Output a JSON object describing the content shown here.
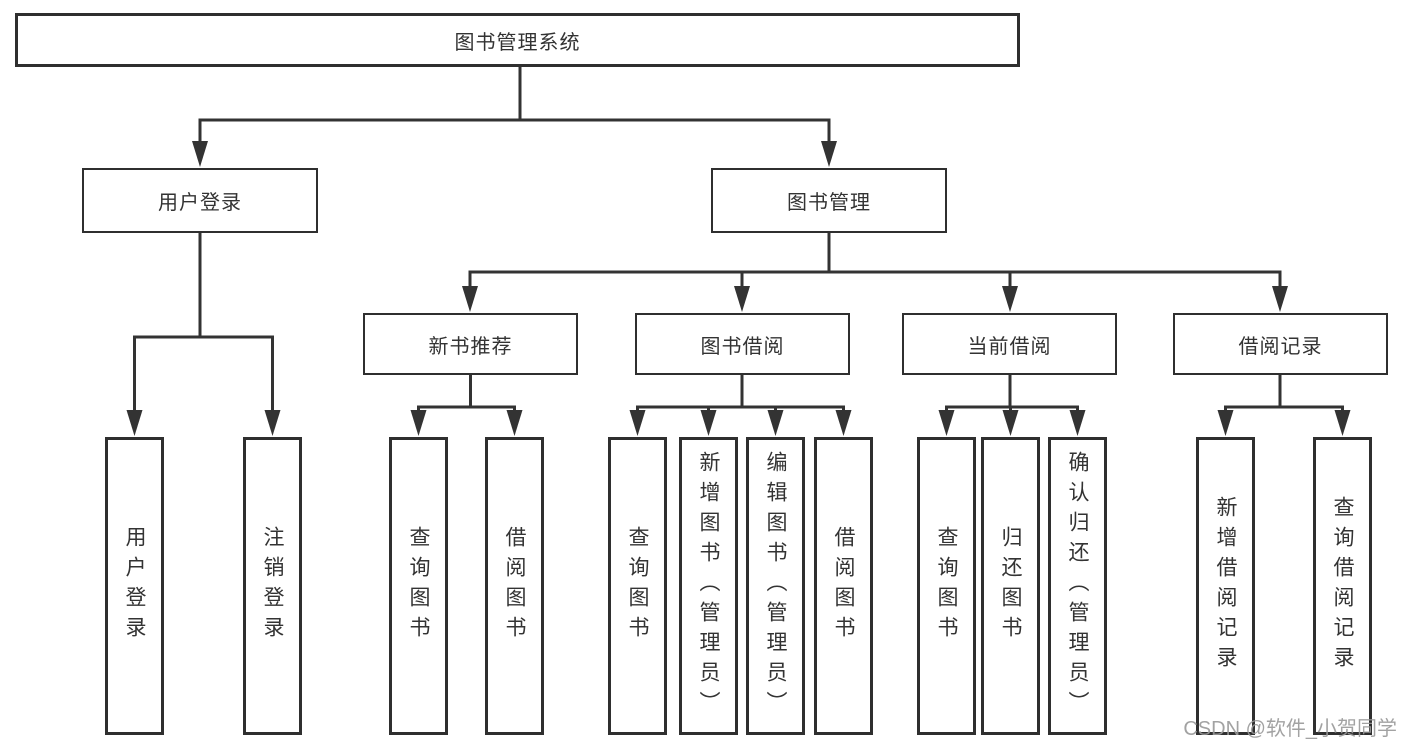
{
  "diagram": {
    "root": {
      "label": "图书管理系统"
    },
    "level2": [
      {
        "label": "用户登录"
      },
      {
        "label": "图书管理"
      }
    ],
    "level3": [
      {
        "label": "新书推荐"
      },
      {
        "label": "图书借阅"
      },
      {
        "label": "当前借阅"
      },
      {
        "label": "借阅记录"
      }
    ],
    "leaves": {
      "user_login": [
        "用户登录",
        "注销登录"
      ],
      "new_book": [
        "查询图书",
        "借阅图书"
      ],
      "book_borrow": [
        "查询图书",
        "新增图书（管理员）",
        "编辑图书（管理员）",
        "借阅图书"
      ],
      "current_borrow": [
        "查询图书",
        "归还图书",
        "确认归还（管理员）"
      ],
      "borrow_record": [
        "新增借阅记录",
        "查询借阅记录"
      ]
    }
  },
  "watermark": {
    "text": "CSDN @软件_小贺同学"
  },
  "colors": {
    "line": "#333333",
    "border": "#2f2f2f",
    "text": "#333333",
    "watermark": "#999999",
    "background": "#ffffff"
  }
}
